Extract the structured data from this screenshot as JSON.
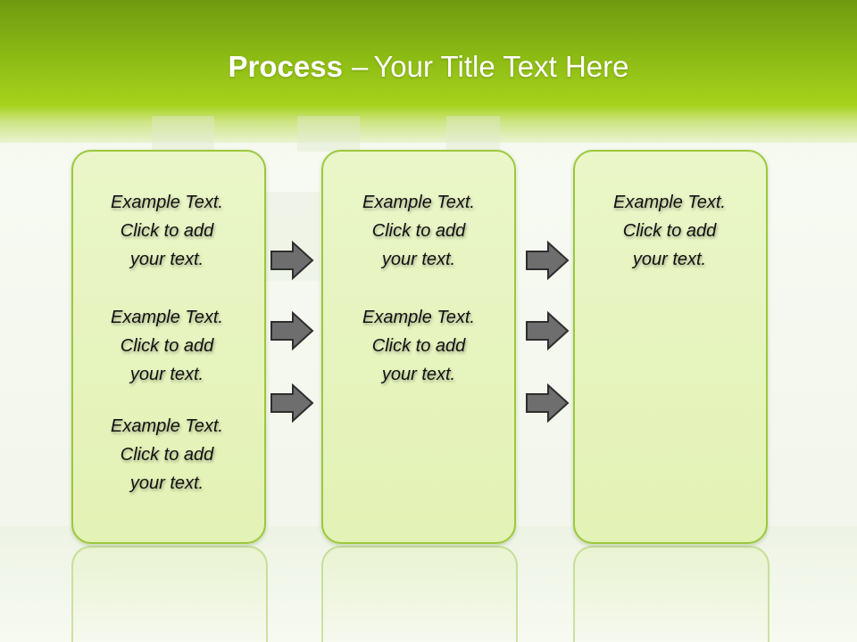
{
  "title": {
    "strong": "Process",
    "dash": "–",
    "rest": "Your Title Text Here"
  },
  "columns": [
    {
      "items": [
        "Example Text.\nClick  to add\nyour text.",
        "Example Text.\nClick  to add\nyour text.",
        "Example Text.\nClick  to add\nyour text."
      ]
    },
    {
      "items": [
        "Example Text.\nClick  to add\nyour text.",
        "Example Text.\nClick  to add\nyour text."
      ]
    },
    {
      "items": [
        "Example Text.\nClick  to add\nyour text."
      ]
    }
  ],
  "colors": {
    "header": "#8ab914",
    "box_fill": "#e6f4bf",
    "box_border": "#9cc83c",
    "arrow": "#6e6e6e"
  },
  "icons": [
    "right-arrow-icon"
  ]
}
